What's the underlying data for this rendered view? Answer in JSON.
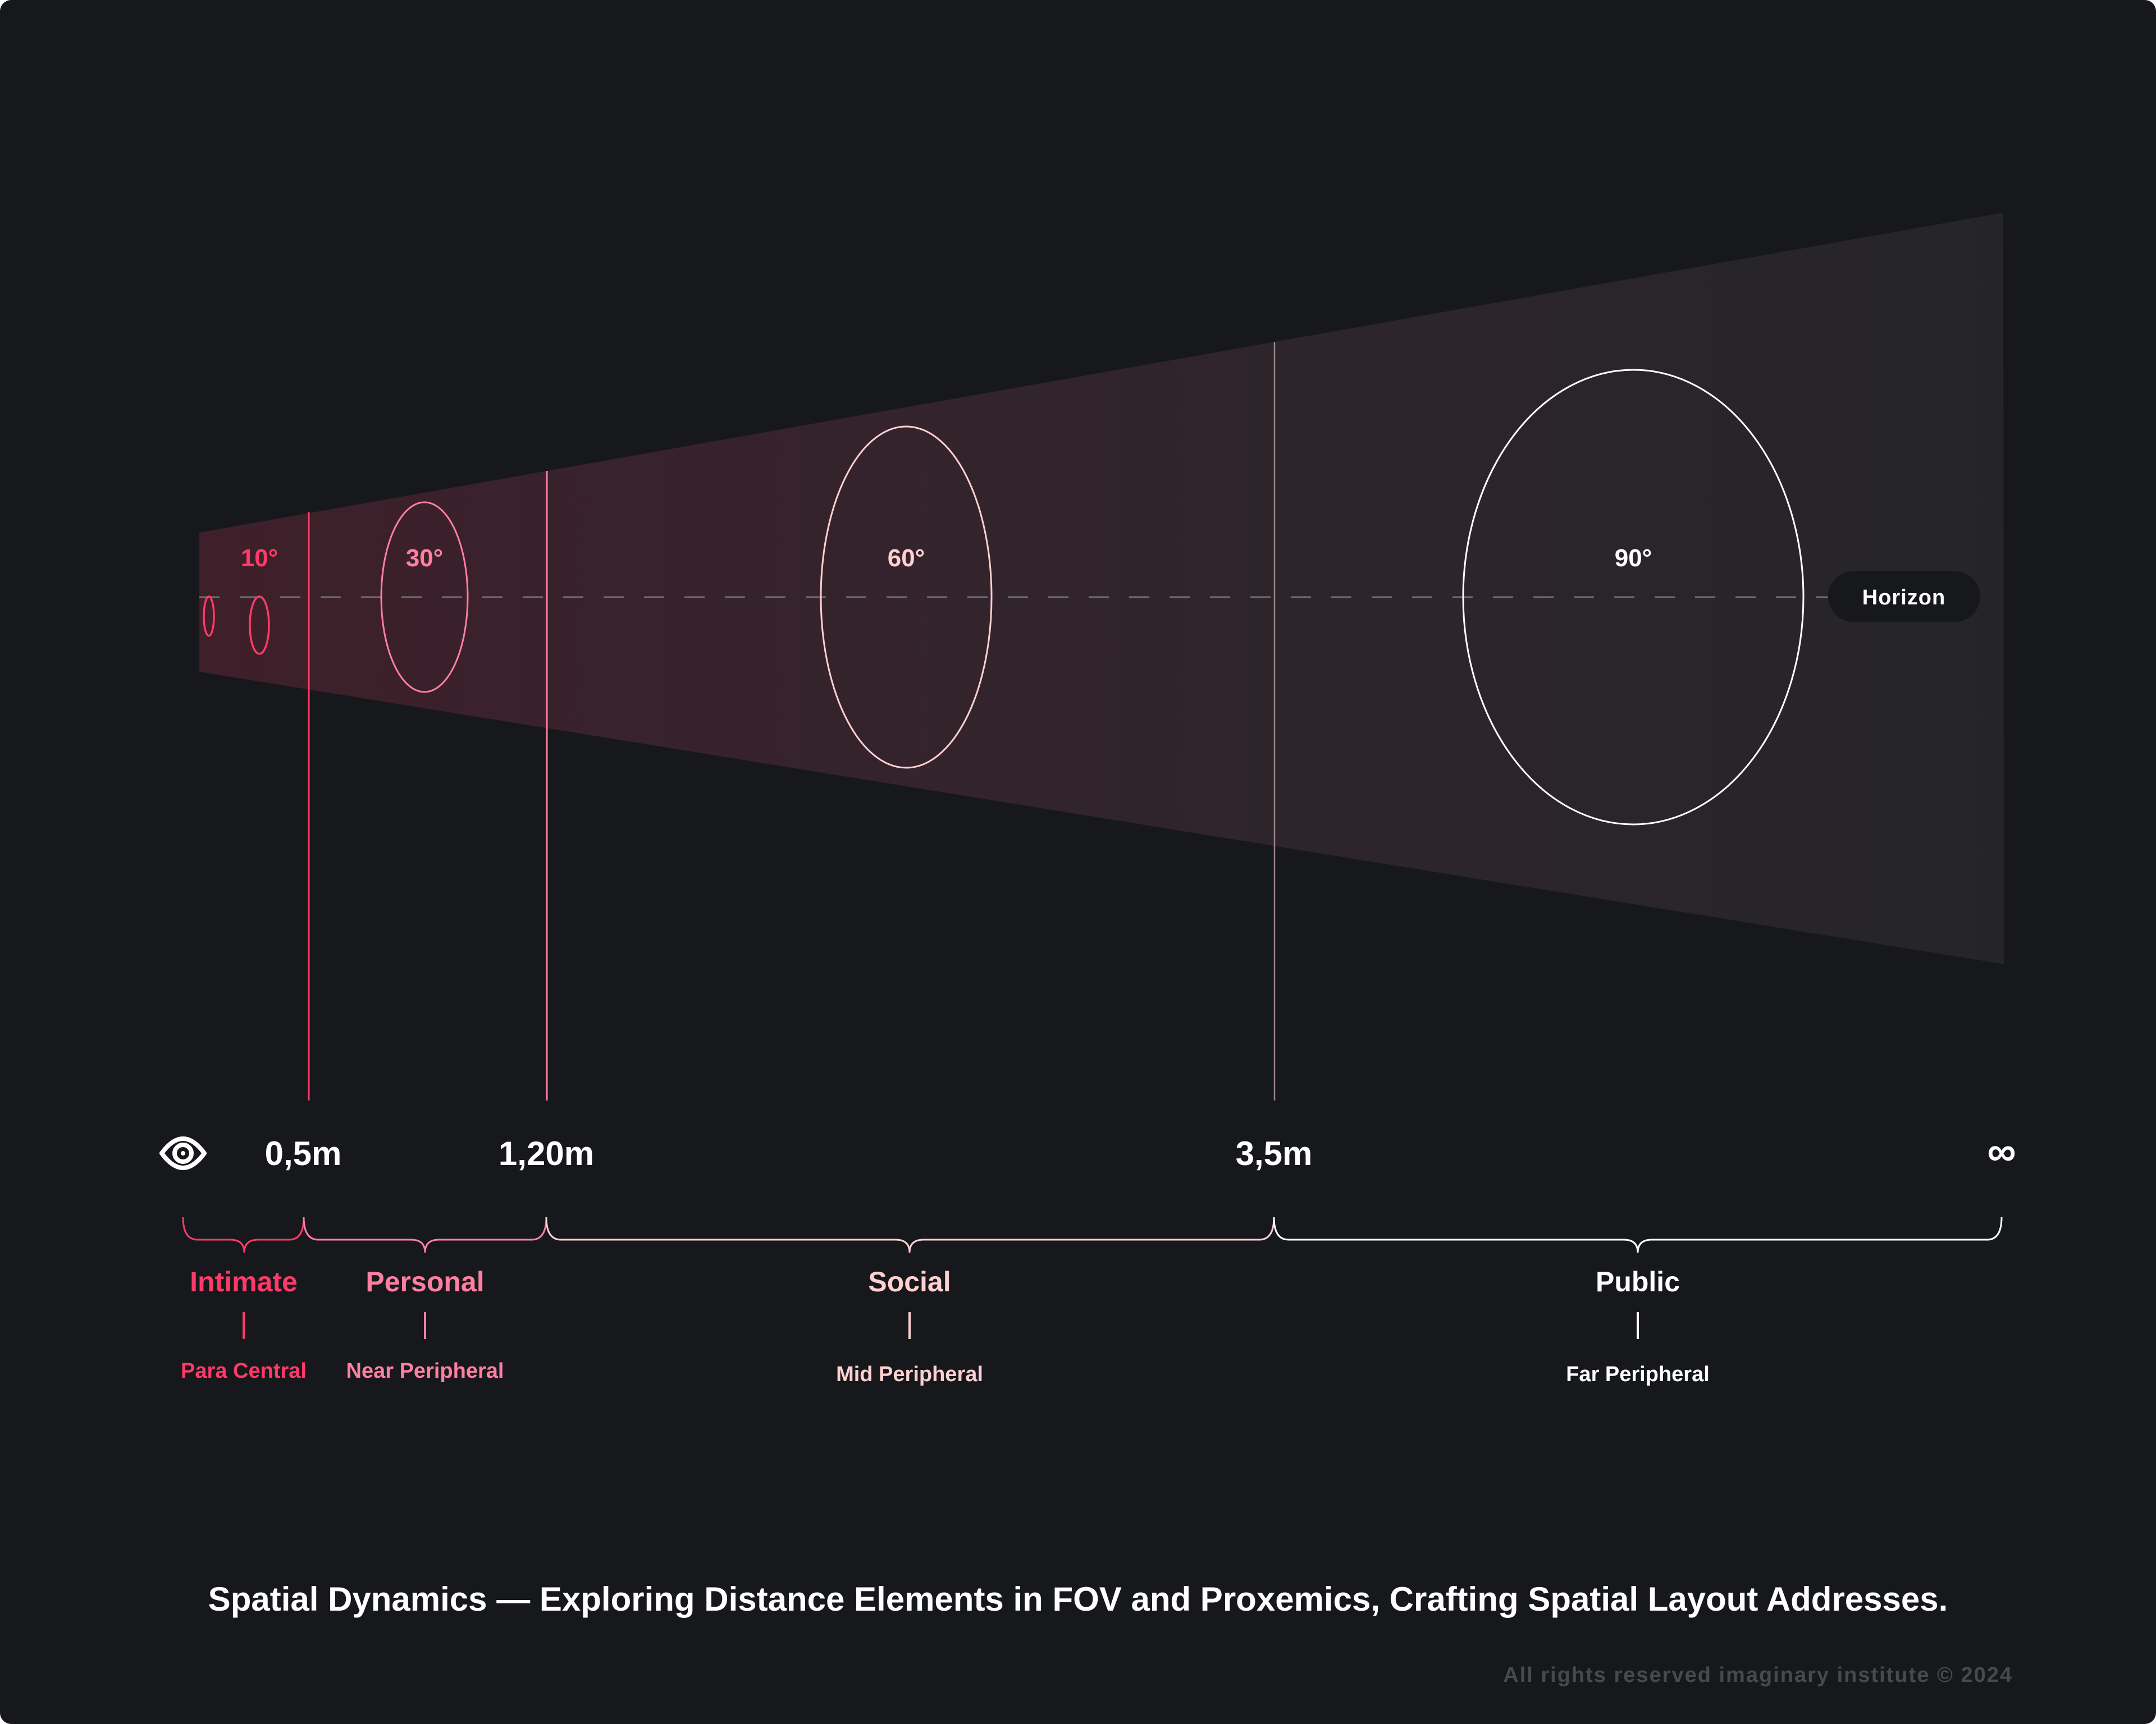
{
  "colors": {
    "background": "#17181c",
    "intimate": "#ff3a68",
    "personal": "#ff7fa1",
    "social": "#ffd0d0",
    "public": "#ffffff",
    "horizon_line": "#6e6e70",
    "footer_text": "#48494e",
    "cone_near": "#3e1f2a",
    "cone_mid": "#33252d",
    "cone_far": "#252529"
  },
  "fov_cone": {
    "angles": [
      {
        "label": "10°",
        "color_key": "intimate"
      },
      {
        "label": "30°",
        "color_key": "personal"
      },
      {
        "label": "60°",
        "color_key": "social"
      },
      {
        "label": "90°",
        "color_key": "public"
      }
    ],
    "horizon": {
      "label": "Horizon"
    }
  },
  "distance_axis": {
    "origin_icon": "eye-icon",
    "markers": [
      {
        "label": "0,5m"
      },
      {
        "label": "1,20m"
      },
      {
        "label": "3,5m"
      },
      {
        "label": "∞"
      }
    ]
  },
  "zones": [
    {
      "name": "Intimate",
      "vision": "Para Central",
      "color_key": "intimate"
    },
    {
      "name": "Personal",
      "vision": "Near Peripheral",
      "color_key": "personal"
    },
    {
      "name": "Social",
      "vision": "Mid Peripheral",
      "color_key": "social"
    },
    {
      "name": "Public",
      "vision": "Far Peripheral",
      "color_key": "public"
    }
  ],
  "caption": {
    "title": "Spatial Dynamics — Exploring Distance Elements in FOV and Proxemics, Crafting Spatial Layout Addresses.",
    "footer": "All rights reserved imaginary institute © 2024"
  }
}
